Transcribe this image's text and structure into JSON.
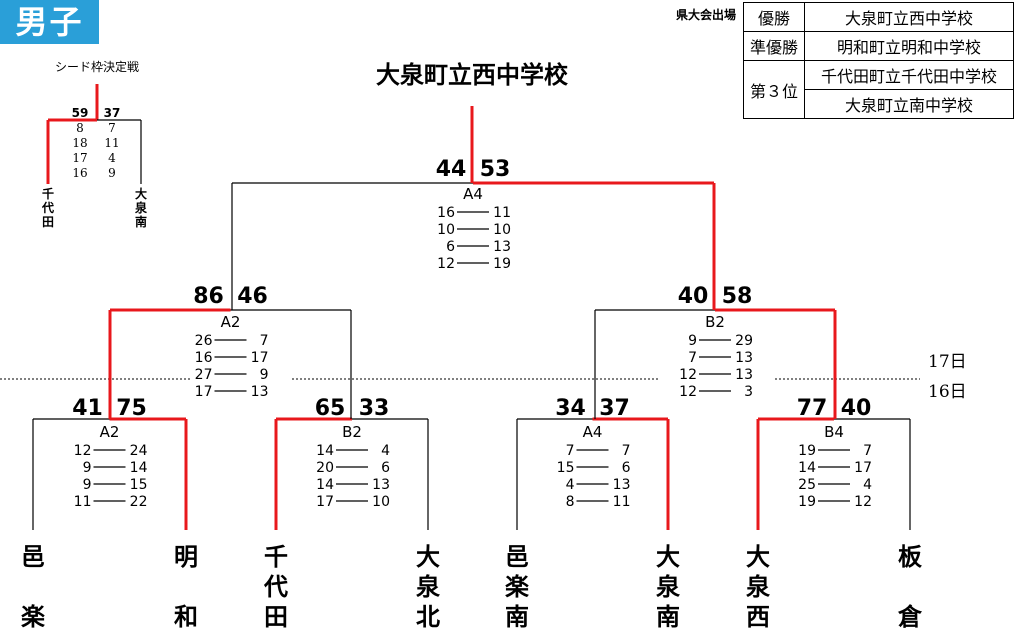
{
  "badge": "男子",
  "results": {
    "caption": "県大会出場",
    "rows": [
      {
        "rank": "優勝",
        "school": "大泉町立西中学校"
      },
      {
        "rank": "準優勝",
        "school": "明和町立明和中学校"
      },
      {
        "rank": "第３位",
        "school": "千代田町立千代田中学校"
      },
      {
        "rank": "",
        "school": "大泉町立南中学校"
      }
    ]
  },
  "champion": "大泉町立西中学校",
  "seed_game": {
    "title": "シード枠決定戦",
    "left_team": "千代田",
    "right_team": "大泉南",
    "left_score": "59",
    "right_score": "37",
    "quarters": [
      [
        "8",
        "7"
      ],
      [
        "18",
        "11"
      ],
      [
        "17",
        "4"
      ],
      [
        "16",
        "9"
      ]
    ]
  },
  "teams": [
    "邑楽",
    "明和",
    "千代田",
    "大泉北",
    "邑楽南",
    "大泉南",
    "大泉西",
    "板倉"
  ],
  "matches": {
    "r1_1": {
      "court": "A2",
      "left_score": "41",
      "right_score": "75",
      "quarters": [
        [
          "12",
          "24"
        ],
        [
          "9",
          "14"
        ],
        [
          "9",
          "15"
        ],
        [
          "11",
          "22"
        ]
      ]
    },
    "r1_2": {
      "court": "B2",
      "left_score": "65",
      "right_score": "33",
      "quarters": [
        [
          "14",
          "4"
        ],
        [
          "20",
          "6"
        ],
        [
          "14",
          "13"
        ],
        [
          "17",
          "10"
        ]
      ]
    },
    "r1_3": {
      "court": "A4",
      "left_score": "34",
      "right_score": "37",
      "quarters": [
        [
          "7",
          "7"
        ],
        [
          "15",
          "6"
        ],
        [
          "4",
          "13"
        ],
        [
          "8",
          "11"
        ]
      ]
    },
    "r1_4": {
      "court": "B4",
      "left_score": "77",
      "right_score": "40",
      "quarters": [
        [
          "19",
          "7"
        ],
        [
          "14",
          "17"
        ],
        [
          "25",
          "4"
        ],
        [
          "19",
          "12"
        ]
      ]
    },
    "sf_1": {
      "court": "A2",
      "left_score": "86",
      "right_score": "46",
      "quarters": [
        [
          "26",
          "7"
        ],
        [
          "16",
          "17"
        ],
        [
          "27",
          "9"
        ],
        [
          "17",
          "13"
        ]
      ]
    },
    "sf_2": {
      "court": "B2",
      "left_score": "40",
      "right_score": "58",
      "quarters": [
        [
          "9",
          "29"
        ],
        [
          "7",
          "13"
        ],
        [
          "12",
          "13"
        ],
        [
          "12",
          "3"
        ]
      ]
    },
    "final": {
      "court": "A4",
      "left_score": "44",
      "right_score": "53",
      "quarters": [
        [
          "16",
          "11"
        ],
        [
          "10",
          "10"
        ],
        [
          "6",
          "13"
        ],
        [
          "12",
          "19"
        ]
      ]
    }
  },
  "day_labels": {
    "upper": "17日",
    "lower": "16日"
  },
  "colors": {
    "winner_line": "#e8181c",
    "line": "#000000",
    "badge": "#2a9fd8"
  }
}
